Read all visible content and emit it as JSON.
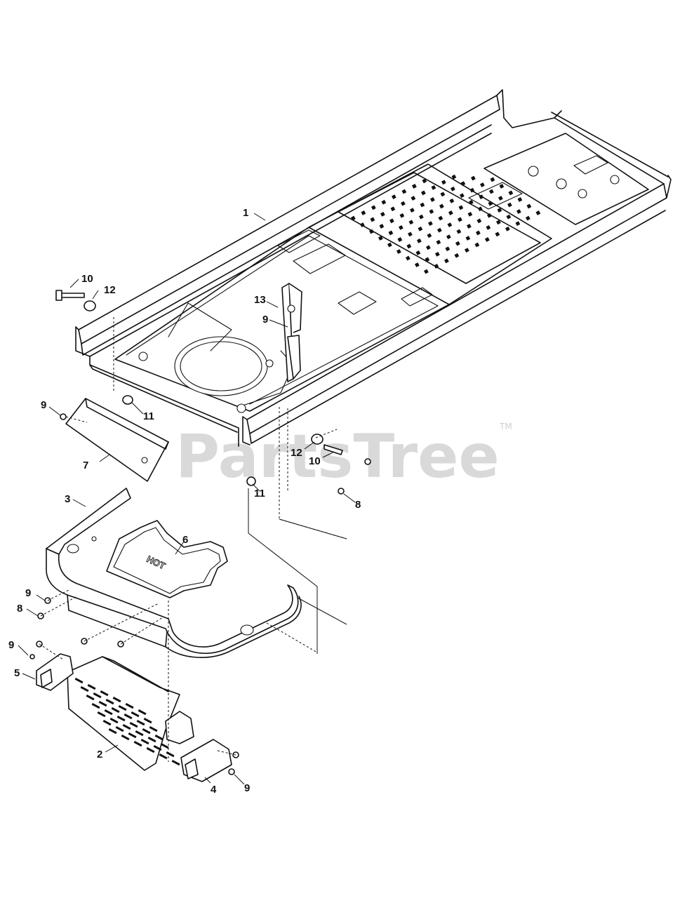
{
  "watermark": {
    "brand": "PartsTree",
    "trademark": "TM"
  },
  "plate_label": "HOT",
  "callouts": [
    {
      "id": "c1",
      "label": "1"
    },
    {
      "id": "c10a",
      "label": "10"
    },
    {
      "id": "c12a",
      "label": "12"
    },
    {
      "id": "c13",
      "label": "13"
    },
    {
      "id": "c9a",
      "label": "9"
    },
    {
      "id": "c9b",
      "label": "9"
    },
    {
      "id": "c11a",
      "label": "11"
    },
    {
      "id": "c7",
      "label": "7"
    },
    {
      "id": "c12b",
      "label": "12"
    },
    {
      "id": "c10b",
      "label": "10"
    },
    {
      "id": "c11b",
      "label": "11"
    },
    {
      "id": "c8a",
      "label": "8"
    },
    {
      "id": "c3",
      "label": "3"
    },
    {
      "id": "c6",
      "label": "6"
    },
    {
      "id": "c9c",
      "label": "9"
    },
    {
      "id": "c8b",
      "label": "8"
    },
    {
      "id": "c9d",
      "label": "9"
    },
    {
      "id": "c5",
      "label": "5"
    },
    {
      "id": "c2",
      "label": "2"
    },
    {
      "id": "c4",
      "label": "4"
    },
    {
      "id": "c9e",
      "label": "9"
    }
  ]
}
